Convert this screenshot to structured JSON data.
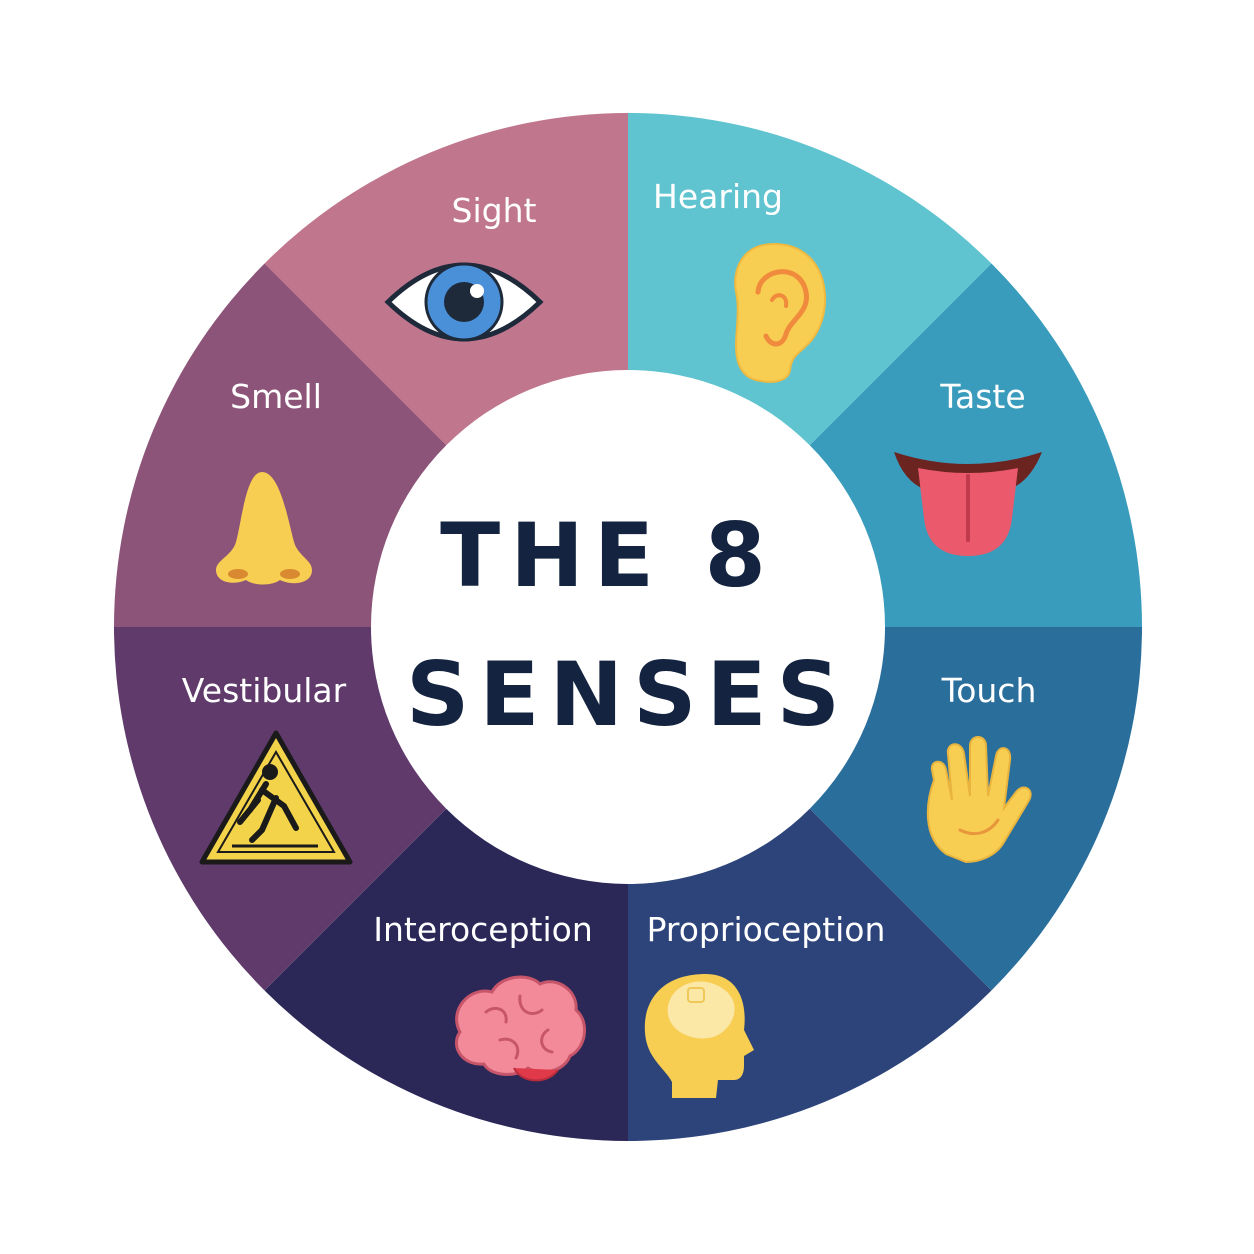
{
  "title": {
    "line1": "THE 8",
    "line2": "SENSES"
  },
  "segments": [
    {
      "label": "Sight",
      "color": "#c0778d",
      "icon": "eye-icon"
    },
    {
      "label": "Hearing",
      "color": "#5fc4cf",
      "icon": "ear-icon"
    },
    {
      "label": "Taste",
      "color": "#3a9cbc",
      "icon": "tongue-icon"
    },
    {
      "label": "Touch",
      "color": "#2a6e9c",
      "icon": "hand-icon"
    },
    {
      "label": "Proprioception",
      "color": "#2c4479",
      "icon": "head-icon"
    },
    {
      "label": "Interoception",
      "color": "#2b2757",
      "icon": "brain-icon"
    },
    {
      "label": "Vestibular",
      "color": "#5f3a6b",
      "icon": "caution-sign-icon"
    },
    {
      "label": "Smell",
      "color": "#8d5479",
      "icon": "nose-icon"
    }
  ]
}
